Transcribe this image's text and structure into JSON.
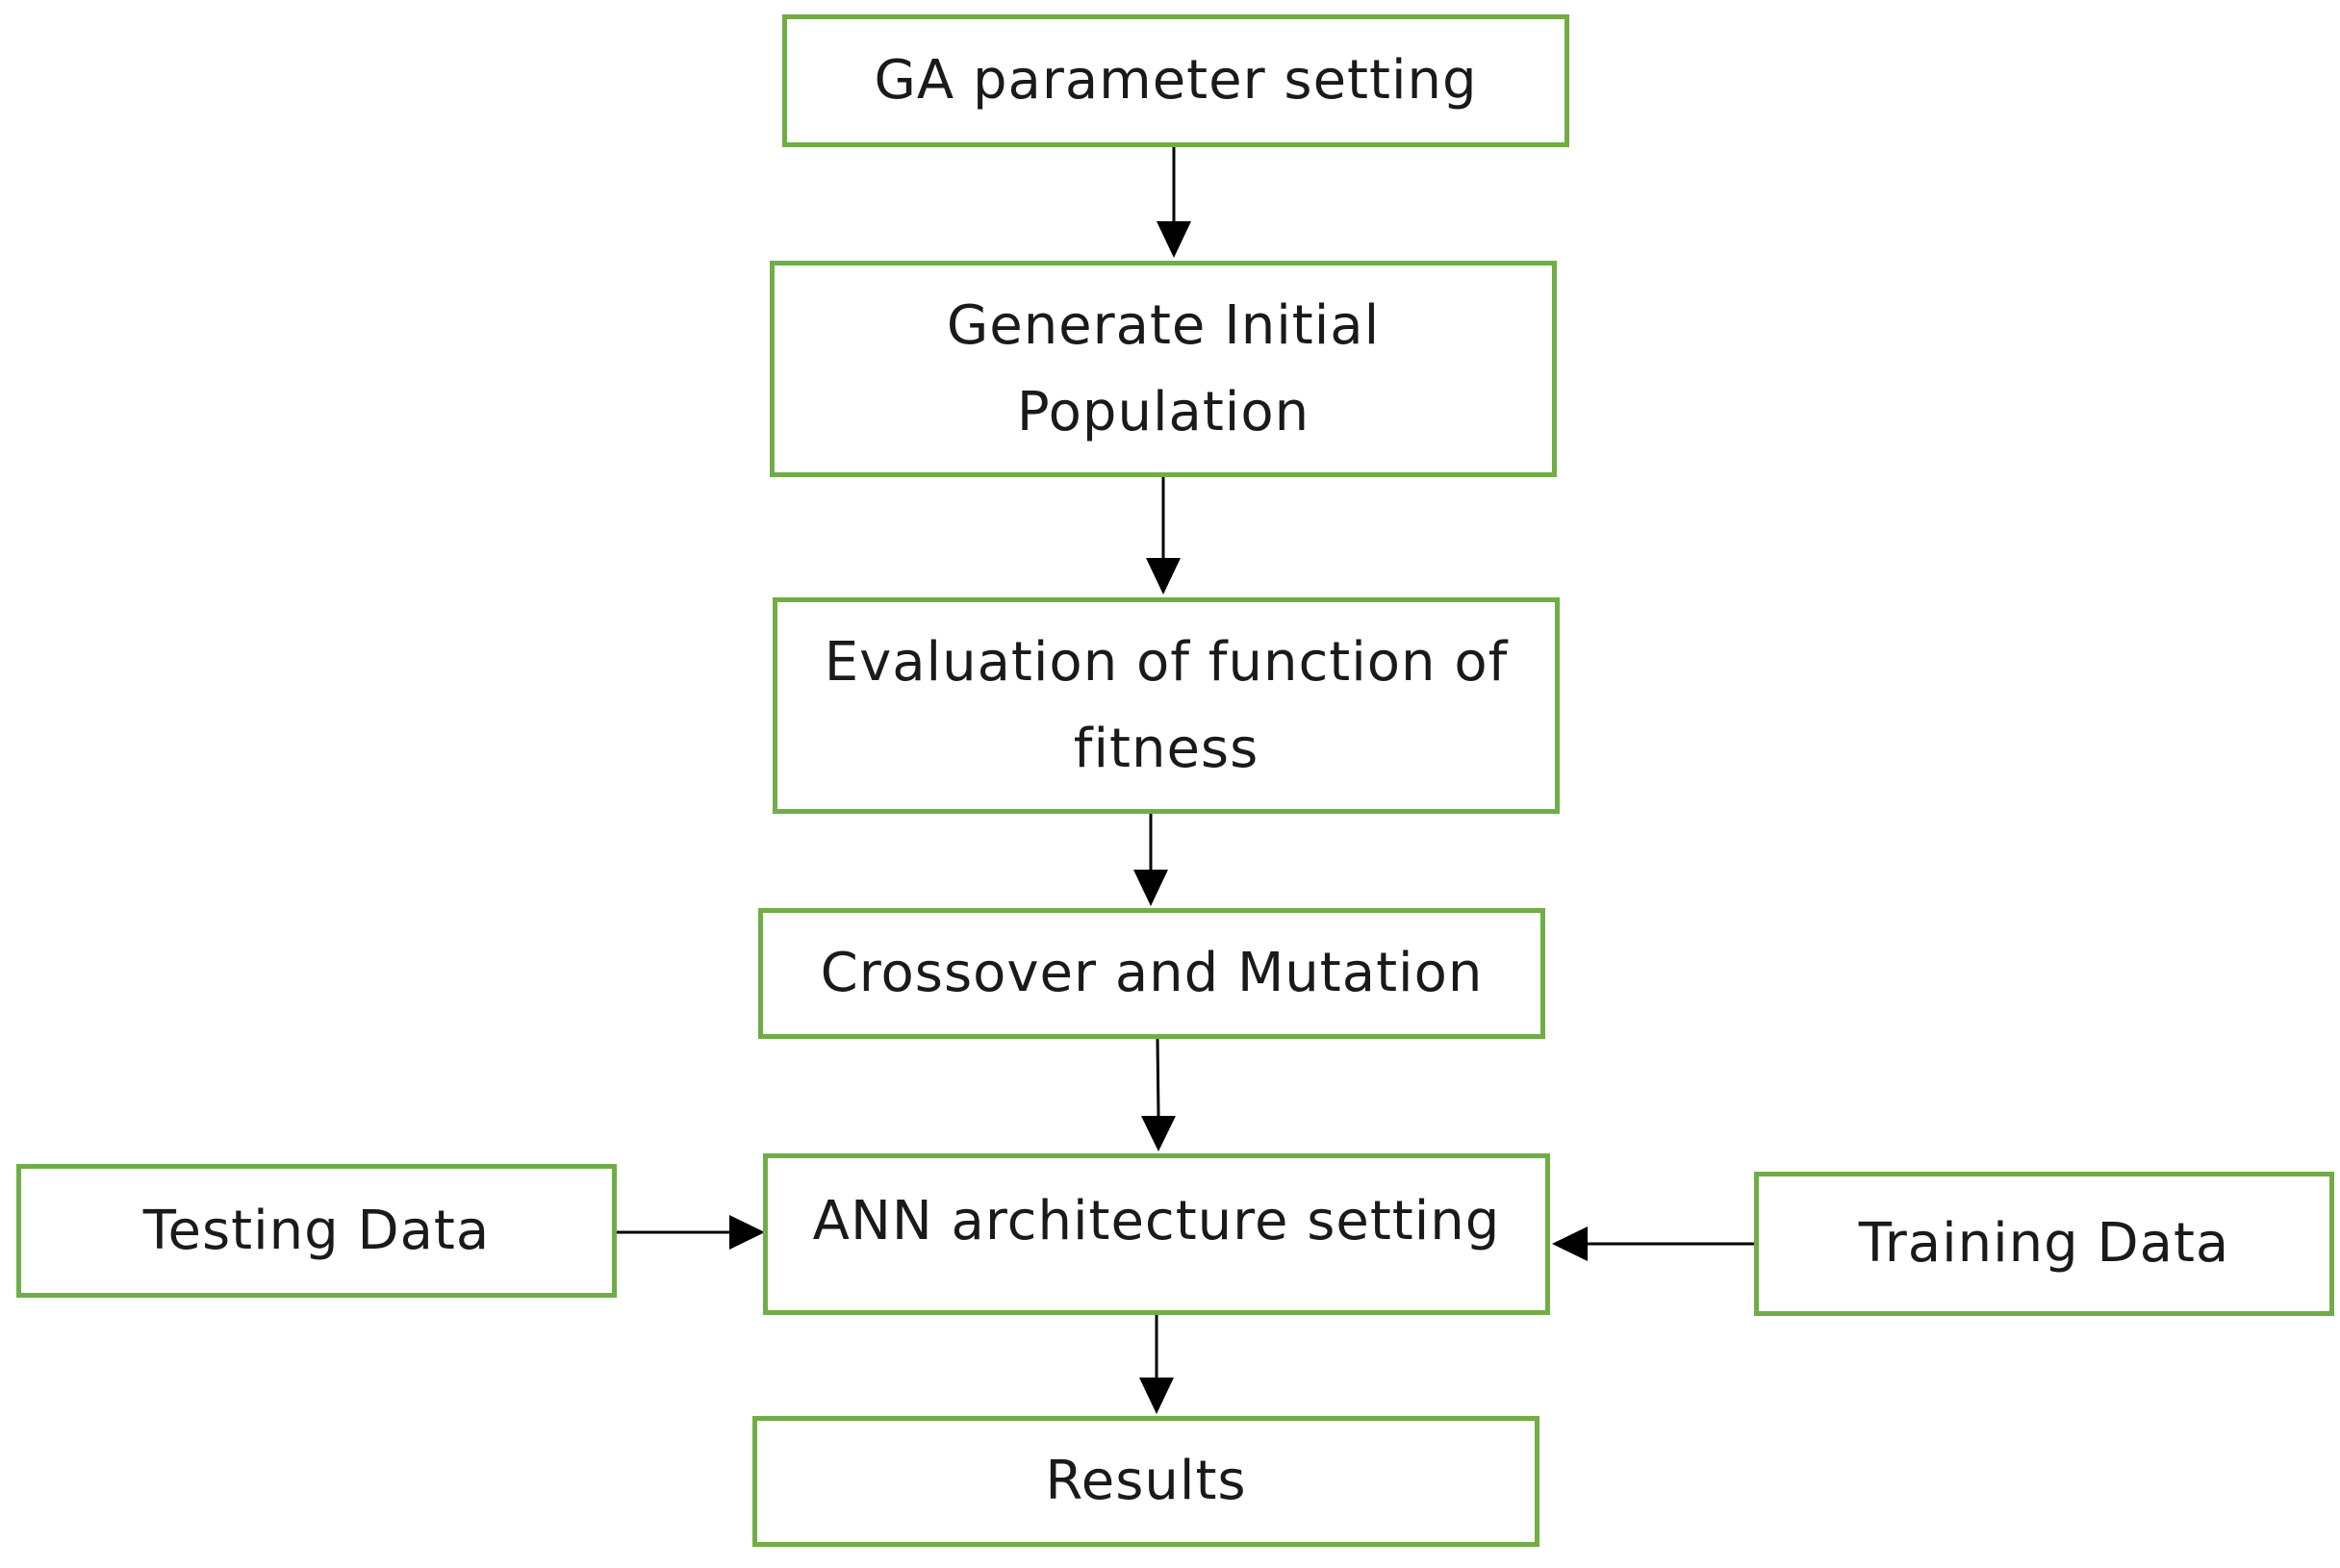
{
  "nodes": {
    "ga_parameter_setting": "GA parameter setting",
    "generate_initial_population": {
      "line1": "Generate Initial",
      "line2": "Population"
    },
    "evaluation_of_fitness": {
      "line1": "Evaluation of function of",
      "line2": "fitness"
    },
    "crossover_and_mutation": "Crossover and Mutation",
    "ann_architecture_setting": "ANN architecture setting",
    "testing_data": "Testing Data",
    "training_data": "Training Data",
    "results": "Results"
  },
  "colors": {
    "box_border": "#70AD47",
    "arrow": "#000000",
    "text": "#1a1a1a"
  }
}
